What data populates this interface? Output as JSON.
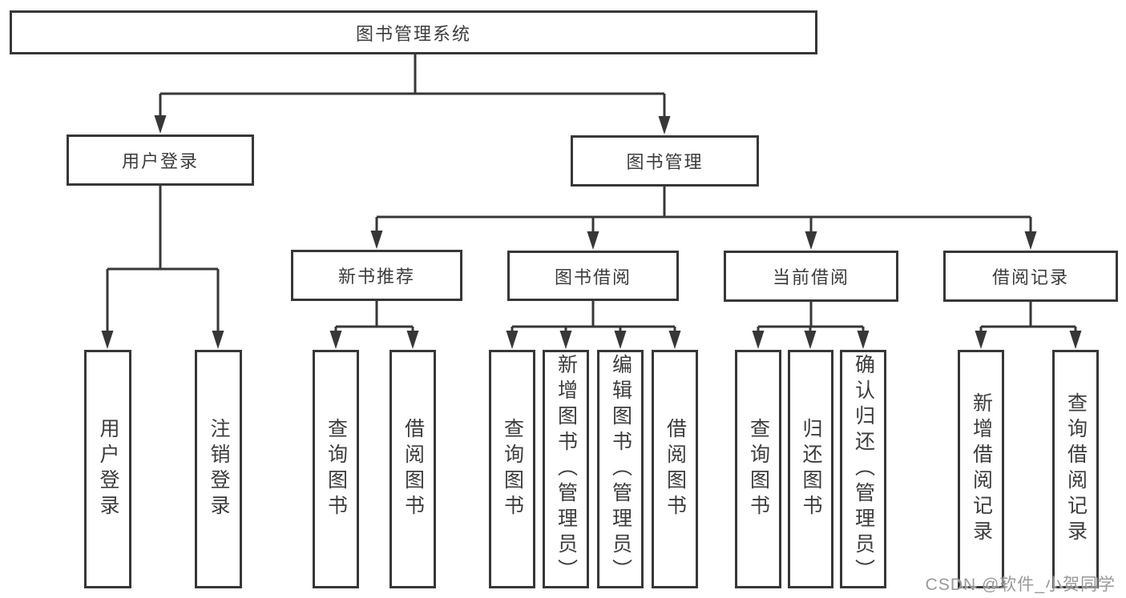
{
  "tree": {
    "root": {
      "label": "图书管理系统",
      "children": [
        {
          "label": "用户登录",
          "children": [
            {
              "label": "用户登录"
            },
            {
              "label": "注销登录"
            }
          ]
        },
        {
          "label": "图书管理",
          "children": [
            {
              "label": "新书推荐",
              "children": [
                {
                  "label": "查询图书"
                },
                {
                  "label": "借阅图书"
                }
              ]
            },
            {
              "label": "图书借阅",
              "children": [
                {
                  "label": "查询图书"
                },
                {
                  "label": "新增图书（管理员）"
                },
                {
                  "label": "编辑图书（管理员）"
                },
                {
                  "label": "借阅图书"
                }
              ]
            },
            {
              "label": "当前借阅",
              "children": [
                {
                  "label": "查询图书"
                },
                {
                  "label": "归还图书"
                },
                {
                  "label": "确认归还（管理员）"
                }
              ]
            },
            {
              "label": "借阅记录",
              "children": [
                {
                  "label": "新增借阅记录"
                },
                {
                  "label": "查询借阅记录"
                }
              ]
            }
          ]
        }
      ]
    }
  },
  "watermark": {
    "text": "CSDN @软件_小贺同学"
  },
  "colors": {
    "line": "#373737",
    "box_border": "#373737",
    "text": "#3c3c3c",
    "watermark": "#999999",
    "background": "#ffffff"
  }
}
